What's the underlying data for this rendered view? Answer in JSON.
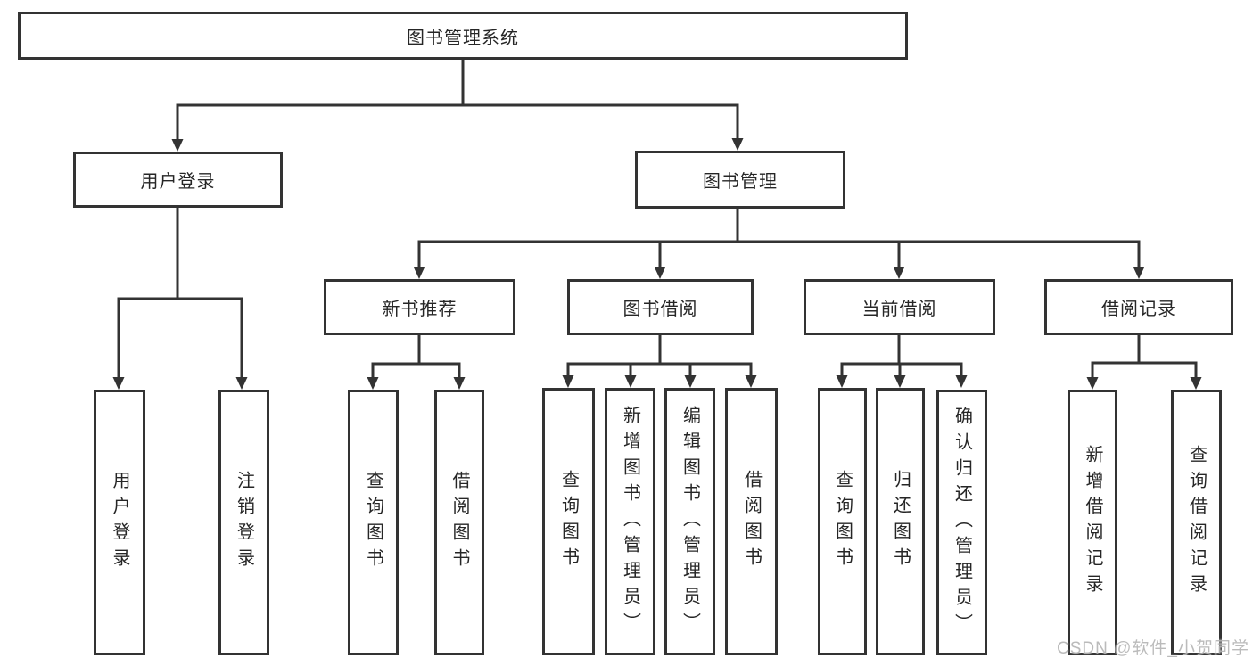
{
  "title": "图书管理系统",
  "branches": [
    {
      "label": "用户登录",
      "leaves": [
        "用户登录",
        "注销登录"
      ]
    },
    {
      "label": "图书管理",
      "sections": [
        {
          "label": "新书推荐",
          "leaves": [
            "查询图书",
            "借阅图书"
          ]
        },
        {
          "label": "图书借阅",
          "leaves": [
            "查询图书",
            "新增图书（管理员）",
            "编辑图书（管理员）",
            "借阅图书"
          ]
        },
        {
          "label": "当前借阅",
          "leaves": [
            "查询图书",
            "归还图书",
            "确认归还（管理员）"
          ]
        },
        {
          "label": "借阅记录",
          "leaves": [
            "新增借阅记录",
            "查询借阅记录"
          ]
        }
      ]
    }
  ],
  "watermark": "CSDN @软件_小贺同学",
  "colors": {
    "line": "#333333",
    "text": "#262626",
    "background": "#ffffff",
    "watermark": "#afafaf"
  }
}
